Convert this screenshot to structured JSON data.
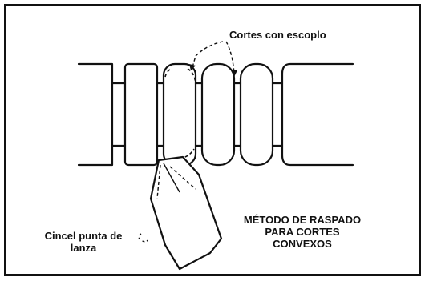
{
  "labels": {
    "cortes": "Cortes con escoplo",
    "metodo_line1": "MÉTODO DE RASPADO",
    "metodo_line2": "PARA CORTES",
    "metodo_line3": "CONVEXOS",
    "cincel_line1": "Cincel punta de",
    "cincel_line2": "lanza"
  }
}
